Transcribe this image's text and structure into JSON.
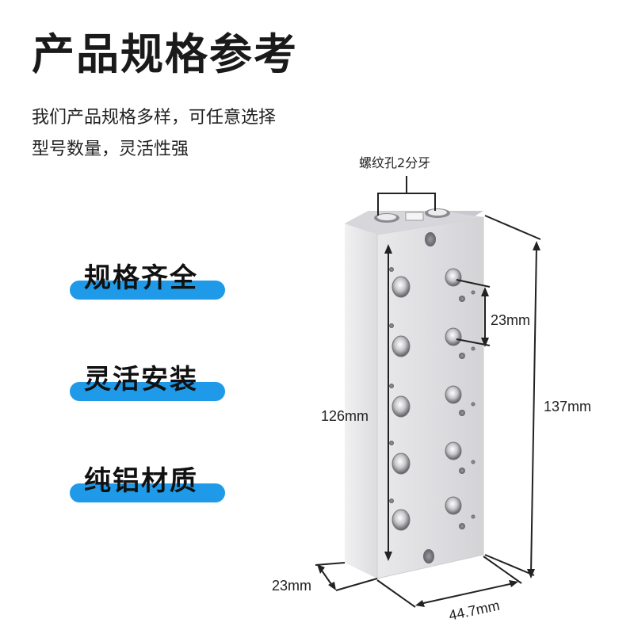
{
  "heading": "产品规格参考",
  "description": {
    "line1": "我们产品规格多样，可任意选择",
    "line2": "型号数量，灵活性强"
  },
  "features": [
    {
      "label": "规格齐全"
    },
    {
      "label": "灵活安装"
    },
    {
      "label": "纯铝材质"
    }
  ],
  "colors": {
    "accent": "#1e9ae8",
    "aluminum": "#e4e4e6"
  },
  "dimensions": {
    "thread_hole": "螺纹孔2分牙",
    "hole_spacing": "23mm",
    "hole_span": "126mm",
    "height": "137mm",
    "depth": "23mm",
    "width": "44.7mm"
  }
}
